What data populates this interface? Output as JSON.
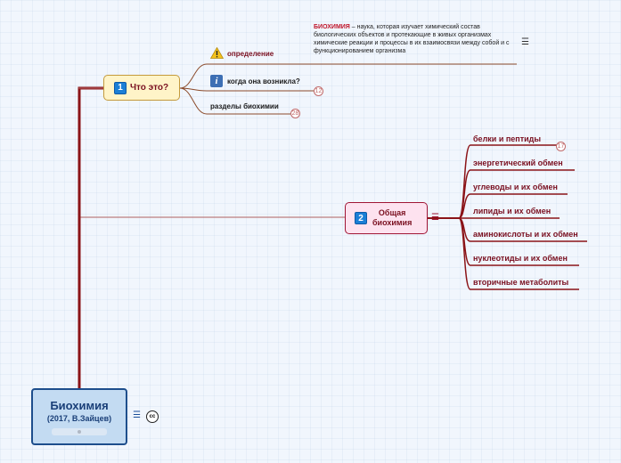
{
  "root": {
    "title": "Биохимия",
    "subtitle": "(2017, В.Зайцев)",
    "note_icon": "note-lines-icon",
    "license_icon": "creative-commons-icon",
    "license_text": "cc"
  },
  "topic1": {
    "number": "1",
    "label": "Что это?",
    "children": [
      {
        "label": "определение",
        "icon": "warning-icon",
        "note_term": "БИОХИМИЯ",
        "note_text": " – наука, которая изучает химический состав биологических объектов и протекающие в живых организмах химические реакции и процессы в их взаимосвязи между собой и с функционированием организма"
      },
      {
        "label": "когда она возникла?",
        "icon": "info-icon",
        "info_glyph": "i",
        "badge": "12"
      },
      {
        "label": "разделы биохимии",
        "badge": "28"
      }
    ]
  },
  "topic2": {
    "number": "2",
    "label_line1": "Общая",
    "label_line2": "биохимия",
    "children": [
      {
        "label": "белки и пептиды",
        "badge": "17"
      },
      {
        "label": "энергетический обмен"
      },
      {
        "label": "углеводы и их обмен"
      },
      {
        "label": "липиды и их обмен"
      },
      {
        "label": "аминокислоты и их обмен"
      },
      {
        "label": "нуклеотиды и их обмен"
      },
      {
        "label": "вторичные метаболиты"
      }
    ]
  },
  "colors": {
    "branch": "#8b1418",
    "branch_light": "#b06060",
    "topic1_fill": "#fff4c8",
    "topic2_fill": "#fde2ef",
    "root_fill": "#c3dbf2",
    "number_badge": "#1b7fd6"
  }
}
